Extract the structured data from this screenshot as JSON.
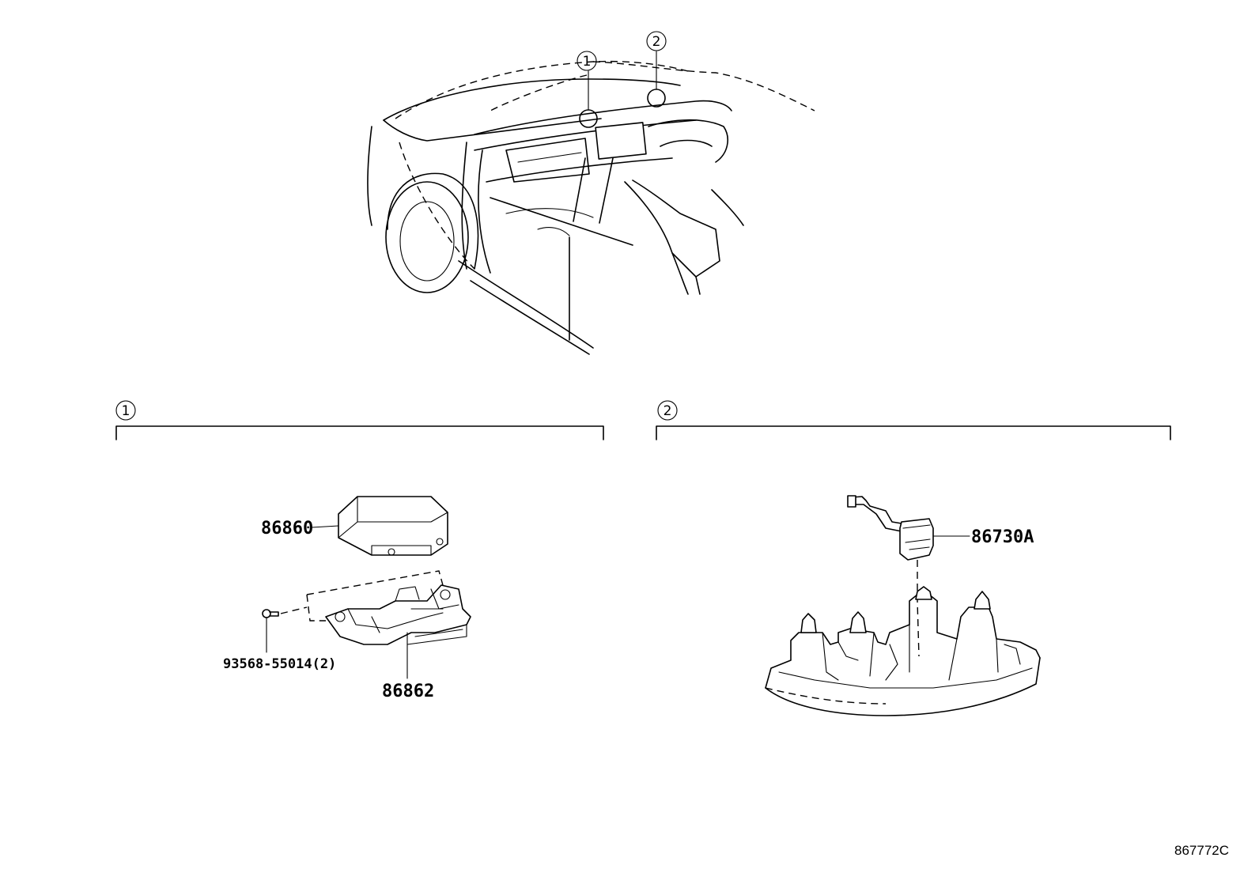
{
  "callouts": {
    "one": "1",
    "two": "2"
  },
  "parts": {
    "airbag_sensor": "86860",
    "sensor_bracket": "86862",
    "bolt": "93568-55014(2)",
    "camera_module": "86730A"
  },
  "diagram_id": "867772C",
  "icons": [
    "car-interior-illustration",
    "airbag-sensor-unit",
    "sensor-bracket",
    "bolt",
    "camera-module",
    "overhead-console-housing"
  ]
}
